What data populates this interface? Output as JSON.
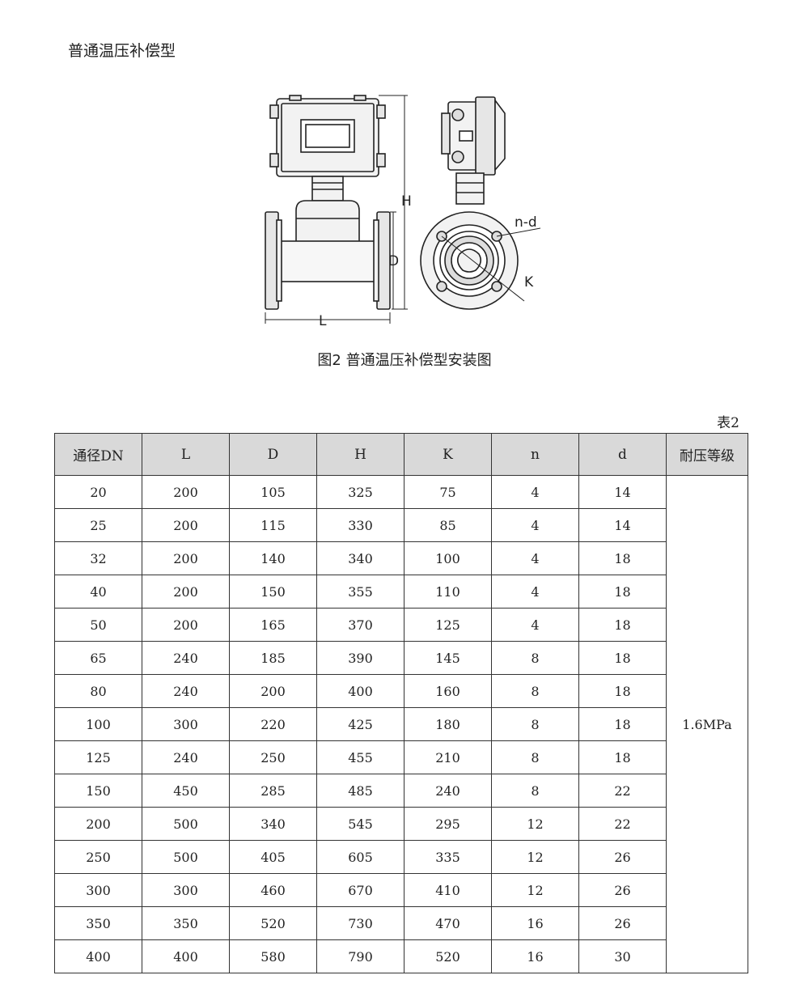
{
  "heading": "普通温压补偿型",
  "figure": {
    "caption": "图2 普通温压补偿型安装图",
    "dim_labels": {
      "H": "H",
      "D": "D",
      "L": "L",
      "nd": "n-d",
      "K": "K"
    }
  },
  "table": {
    "label": "表2",
    "headers": [
      "通径DN",
      "L",
      "D",
      "H",
      "K",
      "n",
      "d",
      "耐压等级"
    ],
    "rows": [
      [
        "20",
        "200",
        "105",
        "325",
        "75",
        "4",
        "14"
      ],
      [
        "25",
        "200",
        "115",
        "330",
        "85",
        "4",
        "14"
      ],
      [
        "32",
        "200",
        "140",
        "340",
        "100",
        "4",
        "18"
      ],
      [
        "40",
        "200",
        "150",
        "355",
        "110",
        "4",
        "18"
      ],
      [
        "50",
        "200",
        "165",
        "370",
        "125",
        "4",
        "18"
      ],
      [
        "65",
        "240",
        "185",
        "390",
        "145",
        "8",
        "18"
      ],
      [
        "80",
        "240",
        "200",
        "400",
        "160",
        "8",
        "18"
      ],
      [
        "100",
        "300",
        "220",
        "425",
        "180",
        "8",
        "18"
      ],
      [
        "125",
        "240",
        "250",
        "455",
        "210",
        "8",
        "18"
      ],
      [
        "150",
        "450",
        "285",
        "485",
        "240",
        "8",
        "22"
      ],
      [
        "200",
        "500",
        "340",
        "545",
        "295",
        "12",
        "22"
      ],
      [
        "250",
        "500",
        "405",
        "605",
        "335",
        "12",
        "26"
      ],
      [
        "300",
        "300",
        "460",
        "670",
        "410",
        "12",
        "26"
      ],
      [
        "350",
        "350",
        "520",
        "730",
        "470",
        "16",
        "26"
      ],
      [
        "400",
        "400",
        "580",
        "790",
        "520",
        "16",
        "30"
      ]
    ],
    "pressure_rating": "1.6MPa"
  }
}
